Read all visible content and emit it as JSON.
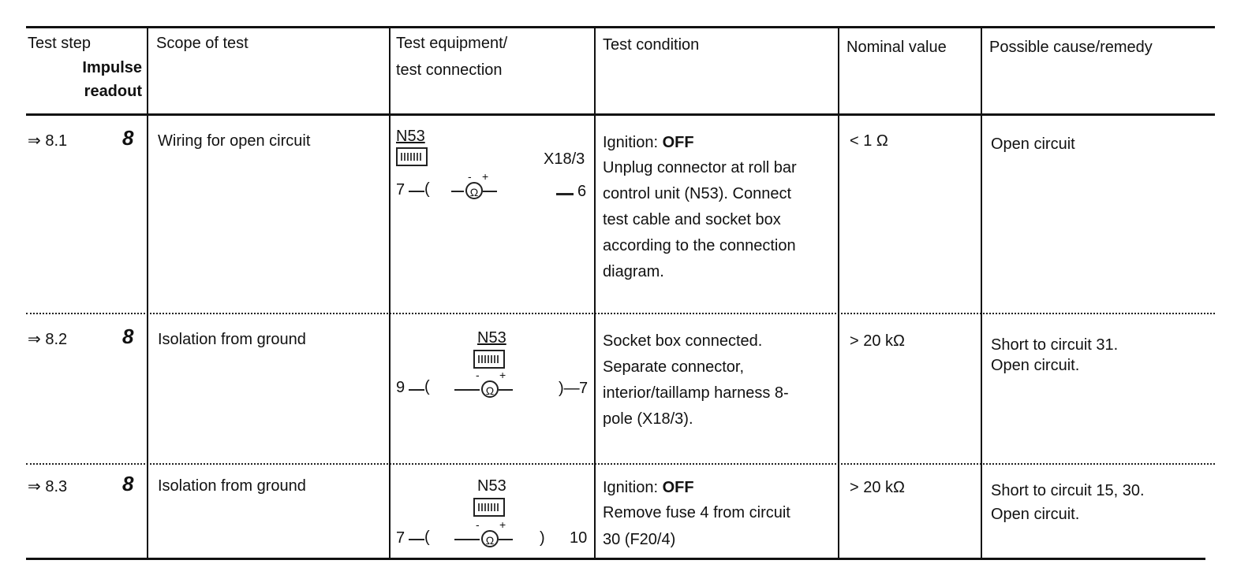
{
  "header": {
    "test_step": "Test step",
    "impulse": "Impulse",
    "readout": "readout",
    "scope": "Scope of test",
    "equipment_line1": "Test equipment/",
    "equipment_line2": "test connection",
    "condition": "Test condition",
    "nominal": "Nominal value",
    "cause": "Possible cause/remedy"
  },
  "rows": [
    {
      "step": "⇒ 8.1",
      "readout": "8",
      "scope": "Wiring for open circuit",
      "unit_label": "N53",
      "connector_label": "X18/3",
      "pin_left": "7",
      "pin_right": "6",
      "condition_prefix": "Ignition: ",
      "condition_bold": "OFF",
      "condition_lines": [
        "Unplug connector at roll bar",
        "control unit  (N53). Connect",
        "test cable and socket box",
        "according to the connection",
        "diagram."
      ],
      "nominal": "< 1 Ω",
      "cause_lines": [
        "Open circuit"
      ]
    },
    {
      "step": "⇒ 8.2",
      "readout": "8",
      "scope": "Isolation from ground",
      "unit_label": "N53",
      "pin_left": "9",
      "pin_right": "7",
      "condition_lines": [
        "Socket box connected.",
        "Separate connector,",
        "interior/taillamp harness 8-",
        "pole (X18/3)."
      ],
      "nominal": "> 20 kΩ",
      "cause_lines": [
        "Short to circuit 31.",
        "Open circuit."
      ]
    },
    {
      "step": "⇒ 8.3",
      "readout": "8",
      "scope": "Isolation from ground",
      "unit_label": "N53",
      "pin_left": "7",
      "pin_right": "10",
      "condition_prefix": "Ignition: ",
      "condition_bold": "OFF",
      "condition_lines": [
        "Remove fuse 4 from circuit",
        "30 (F20/4)"
      ],
      "nominal": "> 20 kΩ",
      "cause_lines": [
        "Short to circuit 15, 30.",
        "Open circuit."
      ]
    }
  ],
  "icons": {
    "ohmmeter": "Ω",
    "socket_box": "socket-box-icon"
  }
}
